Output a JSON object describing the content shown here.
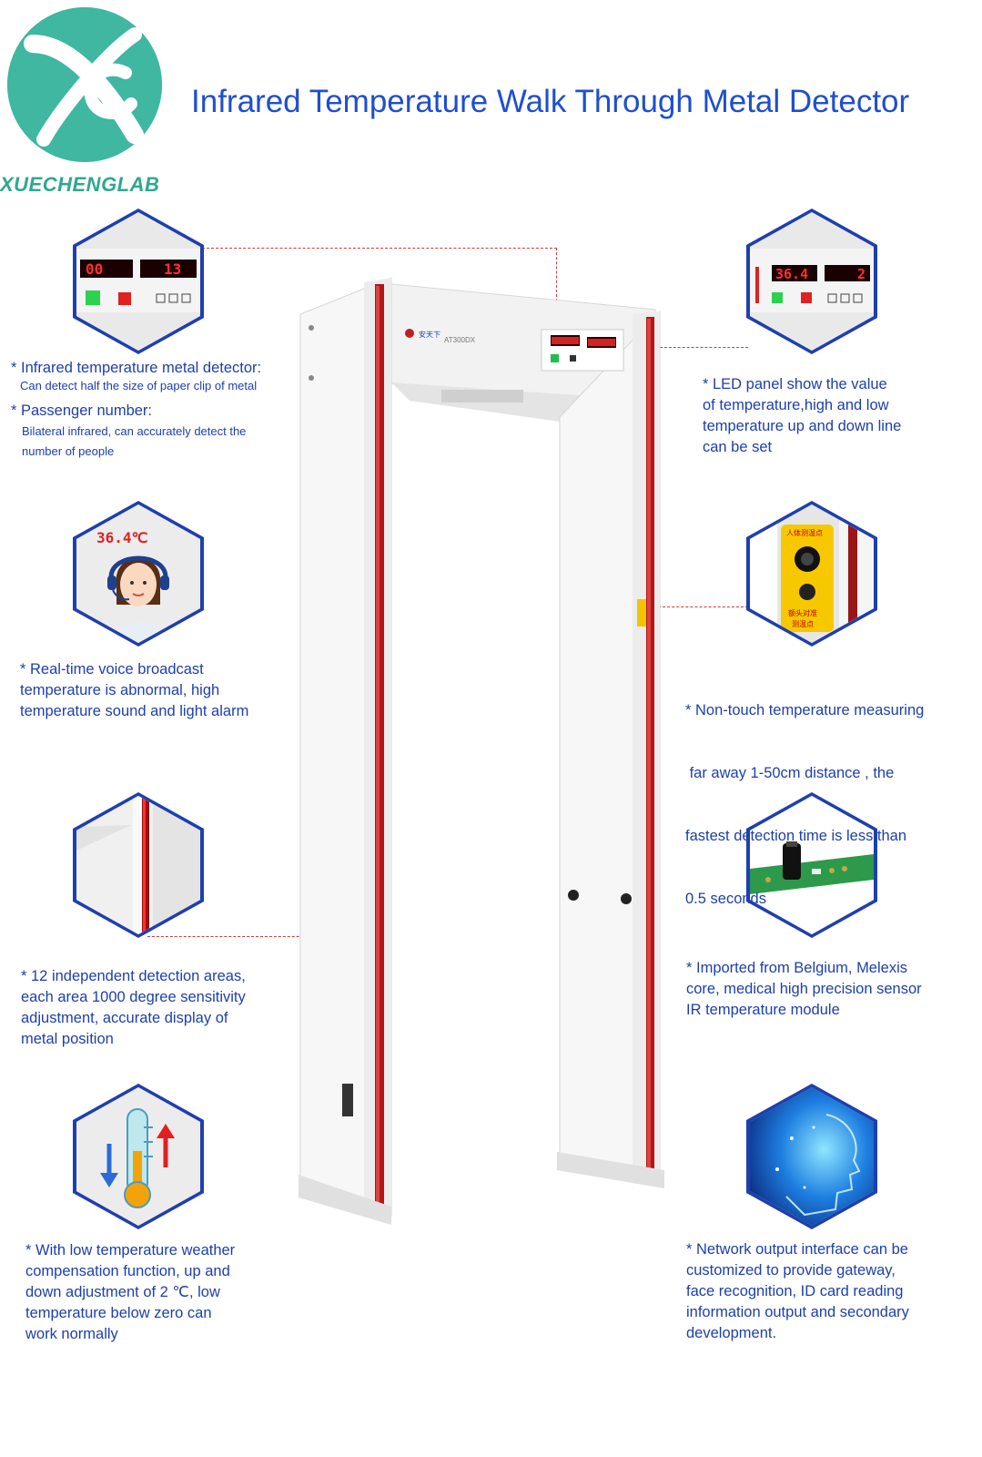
{
  "brand": {
    "name": "XUECHENGLAB",
    "logo_colors": {
      "primary": "#3fb7a1",
      "text": "#2fa88e"
    }
  },
  "title": "Infrared Temperature Walk Through Metal Detector",
  "device": {
    "brand_label": "安天下",
    "model_label": "AT300DX",
    "sticker_lines": [
      "人体测温点",
      "额头对准",
      "测温点"
    ]
  },
  "panels": {
    "top_left": {
      "display_left": "00",
      "display_right": "13"
    },
    "top_right": {
      "display_left": "36.4",
      "display_right": "2"
    },
    "avatar": {
      "temperature": "36.4℃"
    },
    "sticker": {
      "line1": "人体测温点",
      "line2": "额头对准",
      "line3": "测温点"
    }
  },
  "features": {
    "f1": {
      "title": "* Infrared temperature metal detector:",
      "detail": "Can detect half the size of paper clip of metal"
    },
    "f2": {
      "title": "* Passenger number:",
      "detail1": "Bilateral infrared, can accurately detect the",
      "detail2": "number of people"
    },
    "f3": {
      "lines": [
        "* LED panel show the value",
        "of temperature,high and low",
        "temperature up and down line",
        "can be set"
      ]
    },
    "f4": {
      "lines": [
        "* Real-time voice broadcast",
        "temperature is abnormal, high",
        "temperature sound and light alarm"
      ]
    },
    "f5": {
      "lines": [
        "* Non-touch temperature measuring",
        " far away 1-50cm distance , the",
        "fastest detection time is less than",
        "0.5 seconds"
      ]
    },
    "f6": {
      "lines": [
        "* 12 independent detection areas,",
        "each area 1000 degree sensitivity",
        "adjustment, accurate display of",
        "metal position"
      ]
    },
    "f7": {
      "lines": [
        "* Imported from Belgium, Melexis",
        "core, medical high precision sensor",
        "IR temperature module"
      ]
    },
    "f8": {
      "lines": [
        "* With low temperature weather",
        "compensation function, up and",
        "down adjustment of 2 ℃, low",
        "temperature below zero can",
        "work normally"
      ]
    },
    "f9": {
      "lines": [
        "* Network output interface can be",
        "customized to provide gateway,",
        "face recognition, ID card reading",
        "information output and secondary",
        "development."
      ]
    }
  },
  "icons": [
    "logo-xc-icon",
    "arrow-down-icon",
    "arrow-up-icon",
    "thermometer-icon"
  ]
}
